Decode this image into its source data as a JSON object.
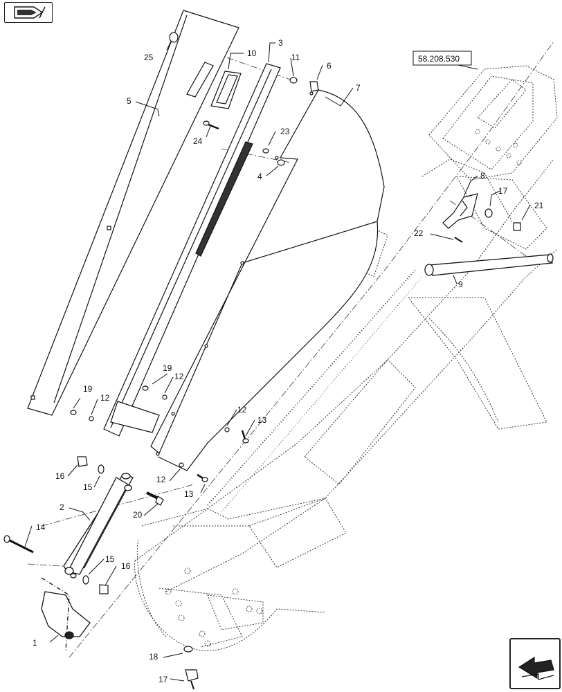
{
  "reference": {
    "label": "58.208.530"
  },
  "parts": [
    {
      "id": "1",
      "label": "1"
    },
    {
      "id": "2",
      "label": "2"
    },
    {
      "id": "3",
      "label": "3"
    },
    {
      "id": "4",
      "label": "4"
    },
    {
      "id": "5",
      "label": "5"
    },
    {
      "id": "6",
      "label": "6"
    },
    {
      "id": "7",
      "label": "7"
    },
    {
      "id": "8",
      "label": "8"
    },
    {
      "id": "9",
      "label": "9"
    },
    {
      "id": "10",
      "label": "10"
    },
    {
      "id": "11",
      "label": "11"
    },
    {
      "id": "12a",
      "label": "12"
    },
    {
      "id": "12b",
      "label": "12"
    },
    {
      "id": "12c",
      "label": "12"
    },
    {
      "id": "12d",
      "label": "12"
    },
    {
      "id": "13a",
      "label": "13"
    },
    {
      "id": "13b",
      "label": "13"
    },
    {
      "id": "14",
      "label": "14"
    },
    {
      "id": "15a",
      "label": "15"
    },
    {
      "id": "15b",
      "label": "15"
    },
    {
      "id": "16a",
      "label": "16"
    },
    {
      "id": "16b",
      "label": "16"
    },
    {
      "id": "17a",
      "label": "17"
    },
    {
      "id": "17b",
      "label": "17"
    },
    {
      "id": "18",
      "label": "18"
    },
    {
      "id": "19a",
      "label": "19"
    },
    {
      "id": "19b",
      "label": "19"
    },
    {
      "id": "20",
      "label": "20"
    },
    {
      "id": "21",
      "label": "21"
    },
    {
      "id": "22",
      "label": "22"
    },
    {
      "id": "23",
      "label": "23"
    },
    {
      "id": "24",
      "label": "24"
    },
    {
      "id": "25",
      "label": "25"
    }
  ],
  "nav": {
    "top_icon": "book-arrow-icon",
    "bottom_icon": "next-page-arrow-icon"
  }
}
